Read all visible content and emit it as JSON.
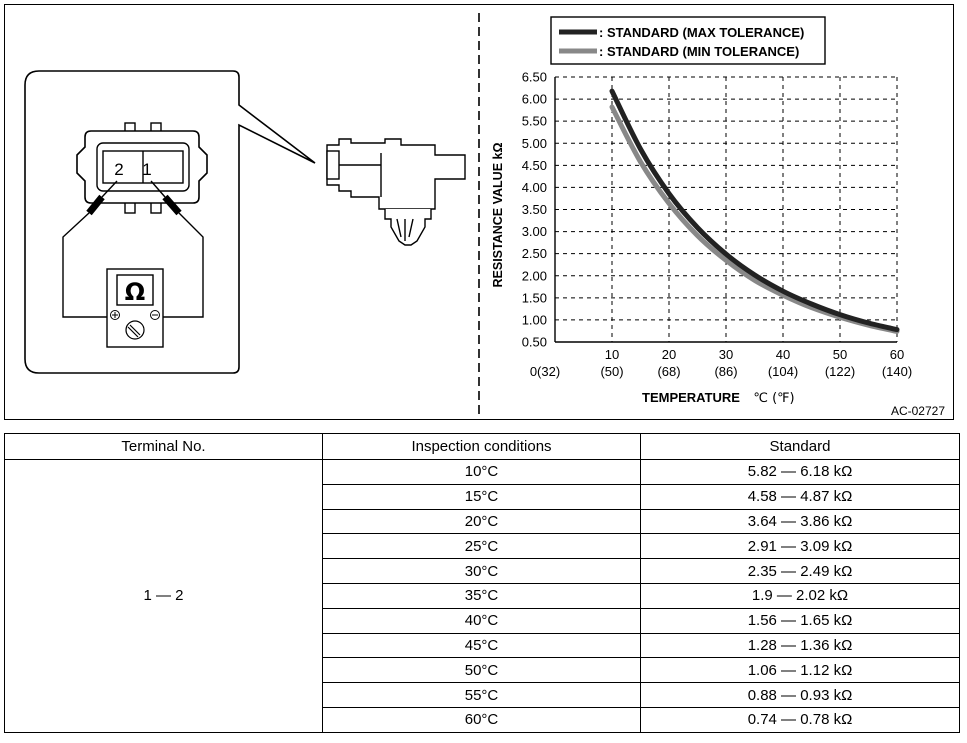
{
  "diagram": {
    "connector_pins": [
      "2",
      "1"
    ],
    "meter_symbol": "Ω",
    "meter_terminal_plus_icon": "plus-circle-icon",
    "meter_terminal_minus_icon": "minus-circle-icon",
    "figure_code": "AC-02727"
  },
  "chart_data": {
    "type": "line",
    "xlabel": "TEMPERATURE",
    "xunit": "℃ (℉)",
    "ylabel": "RESISTANCE VALUE kΩ",
    "xlim": [
      0,
      60
    ],
    "ylim": [
      0.5,
      6.5
    ],
    "x_ticks": [
      "10",
      "20",
      "30",
      "40",
      "50",
      "60"
    ],
    "x_ticks_f": [
      "0(32)",
      "(50)",
      "(68)",
      "(86)",
      "(104)",
      "(122)",
      "(140)"
    ],
    "y_ticks": [
      "6.50",
      "6.00",
      "5.50",
      "5.00",
      "4.50",
      "4.00",
      "3.50",
      "3.00",
      "2.50",
      "2.00",
      "1.50",
      "1.00",
      "0.50"
    ],
    "grid": true,
    "legend_position": "top",
    "x": [
      10,
      15,
      20,
      25,
      30,
      35,
      40,
      45,
      50,
      55,
      60
    ],
    "series": [
      {
        "name": ": STANDARD (MAX TOLERANCE)",
        "color": "#222222",
        "values": [
          6.18,
          4.87,
          3.86,
          3.09,
          2.49,
          2.02,
          1.65,
          1.36,
          1.12,
          0.93,
          0.78
        ]
      },
      {
        "name": ": STANDARD (MIN TOLERANCE)",
        "color": "#888888",
        "values": [
          5.82,
          4.58,
          3.64,
          2.91,
          2.35,
          1.9,
          1.56,
          1.28,
          1.06,
          0.88,
          0.74
        ]
      }
    ]
  },
  "table": {
    "headers": [
      "Terminal No.",
      "Inspection conditions",
      "Standard"
    ],
    "terminal": "1 — 2",
    "rows": [
      {
        "condition": "10°C",
        "standard": "5.82 — 6.18 kΩ"
      },
      {
        "condition": "15°C",
        "standard": "4.58 — 4.87 kΩ"
      },
      {
        "condition": "20°C",
        "standard": "3.64 — 3.86 kΩ"
      },
      {
        "condition": "25°C",
        "standard": "2.91 — 3.09 kΩ"
      },
      {
        "condition": "30°C",
        "standard": "2.35 — 2.49 kΩ"
      },
      {
        "condition": "35°C",
        "standard": "1.9 — 2.02 kΩ"
      },
      {
        "condition": "40°C",
        "standard": "1.56 — 1.65 kΩ"
      },
      {
        "condition": "45°C",
        "standard": "1.28 — 1.36 kΩ"
      },
      {
        "condition": "50°C",
        "standard": "1.06 — 1.12 kΩ"
      },
      {
        "condition": "55°C",
        "standard": "0.88 — 0.93 kΩ"
      },
      {
        "condition": "60°C",
        "standard": "0.74 — 0.78 kΩ"
      }
    ]
  }
}
